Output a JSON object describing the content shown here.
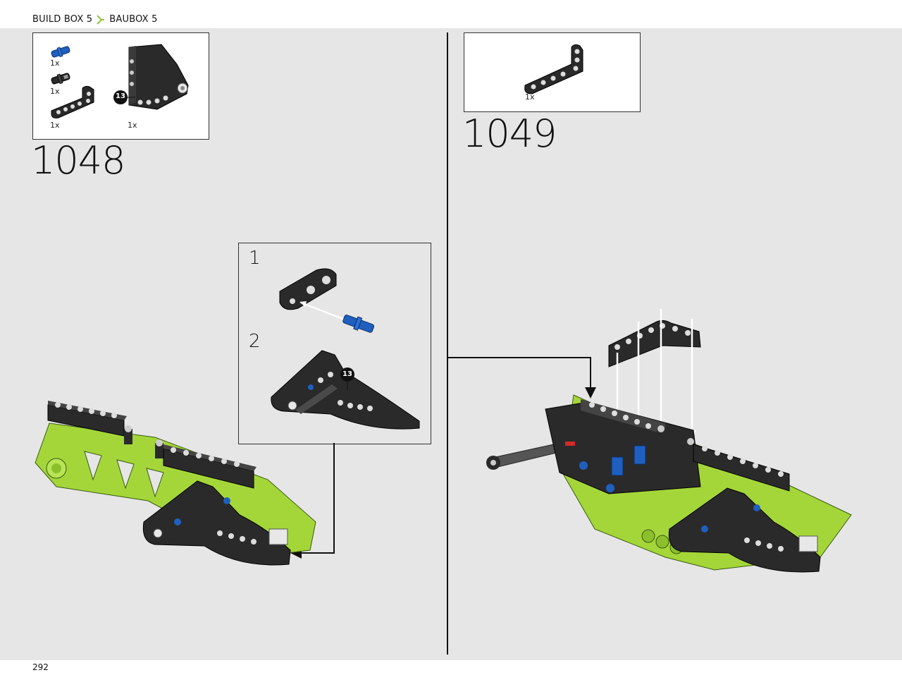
{
  "breadcrumb": {
    "section_en": "BUILD BOX 5",
    "section_de": "BAUBOX 5",
    "separator_color": "#8cc63f"
  },
  "colors": {
    "lime": "#a4d63a",
    "black_part": "#2a2a2a",
    "blue_pin": "#1f5fbf",
    "background": "#e6e6e6"
  },
  "steps": [
    {
      "number": "1048",
      "parts": [
        {
          "qty": "1x",
          "icon": "blue-axle-pin-icon"
        },
        {
          "qty": "1x",
          "icon": "black-pin-icon"
        },
        {
          "qty": "1x",
          "icon": "black-l-beam-icon"
        },
        {
          "qty": "1x",
          "icon": "black-panel-subassembly-icon"
        }
      ],
      "callout_badge": "13",
      "substeps": [
        {
          "label": "1"
        },
        {
          "label": "2",
          "badge": "13"
        }
      ]
    },
    {
      "number": "1049",
      "parts": [
        {
          "qty": "1x",
          "icon": "black-l-beam-icon"
        }
      ]
    }
  ],
  "page_number": "292"
}
